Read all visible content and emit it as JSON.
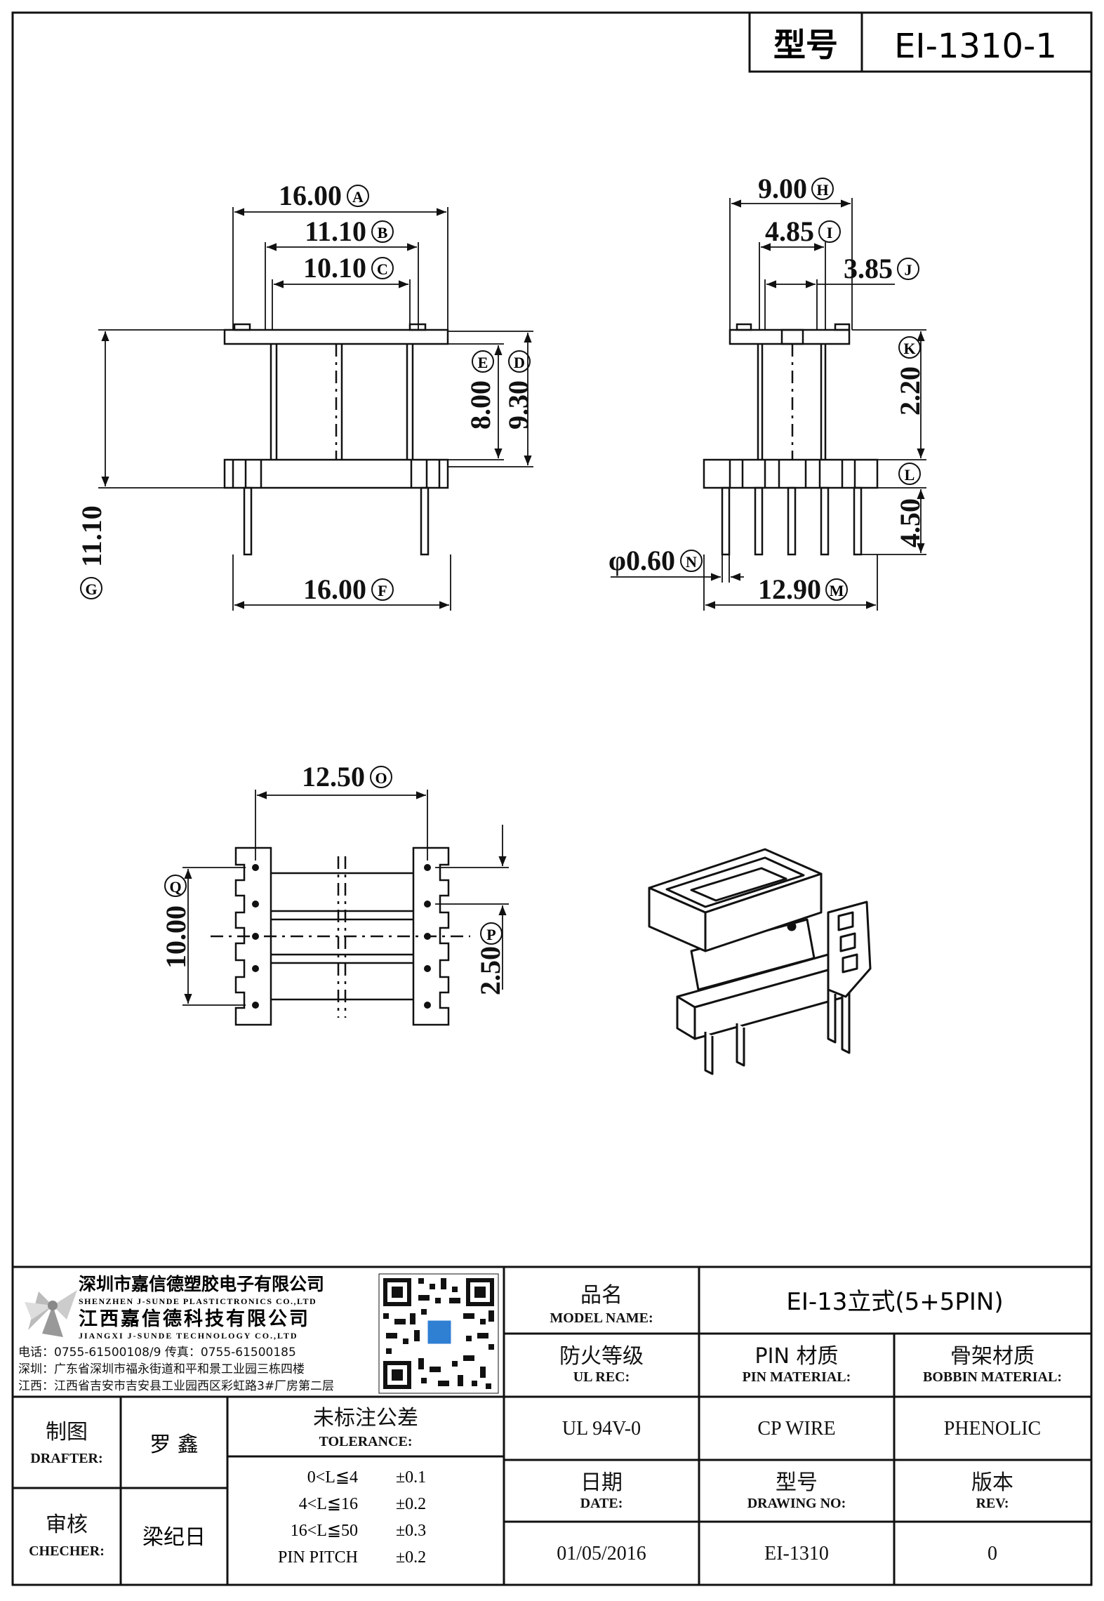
{
  "title_block": {
    "model_label": "型号",
    "model_value": "EI-1310-1"
  },
  "dimensions": {
    "front_A": "16.00",
    "front_B": "11.10",
    "front_C": "10.10",
    "front_E": "8.00",
    "front_D": "9.30",
    "front_G": "11.10",
    "front_F": "16.00",
    "side_H": "9.00",
    "side_I": "4.85",
    "side_J": "3.85",
    "side_K": "2.20",
    "side_L": "4.50",
    "side_N": "φ0.60",
    "side_M": "12.90",
    "bottom_O": "12.50",
    "bottom_Q": "10.00",
    "bottom_P": "2.50"
  },
  "markers": {
    "A": "A",
    "B": "B",
    "C": "C",
    "D": "D",
    "E": "E",
    "F": "F",
    "G": "G",
    "H": "H",
    "I": "I",
    "J": "J",
    "K": "K",
    "L": "L",
    "M": "M",
    "N": "N",
    "O": "O",
    "P": "P",
    "Q": "Q"
  },
  "company": {
    "name_sz": "深圳市嘉信德塑胶电子有限公司",
    "name_sz_en": "SHENZHEN J-SUNDE PLASTICTRONICS CO.,LTD",
    "name_jx": "江西嘉信德科技有限公司",
    "name_jx_en": "JIANGXI J-SUNDE TECHNOLOGY CO.,LTD",
    "phone_line": "电话：0755-61500108/9        传真：0755-61500185",
    "addr_sz": "深圳：广东省深圳市福永街道和平和景工业园三栋四楼",
    "addr_jx": "江西：江西省吉安市吉安县工业园西区彩虹路3#厂房第二层"
  },
  "table": {
    "model_name_cn": "品名",
    "model_name_en": "MODEL NAME:",
    "model_name_value": "EI-13立式(5+5PIN)",
    "ul_cn": "防火等级",
    "ul_en": "UL REC:",
    "pin_cn": "PIN 材质",
    "pin_en": "PIN MATERIAL:",
    "bobbin_cn": "骨架材质",
    "bobbin_en": "BOBBIN MATERIAL:",
    "ul_value": "UL 94V-0",
    "pin_value": "CP WIRE",
    "bobbin_value": "PHENOLIC",
    "drafter_cn": "制图",
    "drafter_en": "DRAFTER:",
    "drafter_value": "罗 鑫",
    "checker_cn": "审核",
    "checker_en": "CHECHER:",
    "checker_value": "梁纪日",
    "tolerance_cn": "未标注公差",
    "tolerance_en": "TOLERANCE:",
    "tolerances": [
      {
        "range": "0<L≦4",
        "value": "±0.1"
      },
      {
        "range": "4<L≦16",
        "value": "±0.2"
      },
      {
        "range": "16<L≦50",
        "value": "±0.3"
      },
      {
        "range": "PIN PITCH",
        "value": "±0.2"
      }
    ],
    "date_cn": "日期",
    "date_en": "DATE:",
    "date_value": "01/05/2016",
    "drawing_cn": "型号",
    "drawing_en": "DRAWING NO:",
    "drawing_value": "EI-1310",
    "rev_cn": "版本",
    "rev_en": "REV:",
    "rev_value": "0"
  }
}
